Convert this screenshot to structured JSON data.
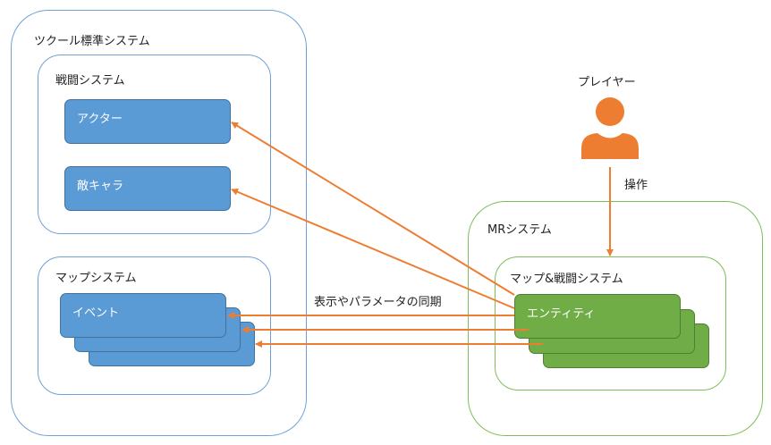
{
  "colors": {
    "blue_box": "#5b9bd5",
    "green_box": "#70ad47",
    "arrow": "#ed7d31",
    "player": "#ed7d31"
  },
  "tkool": {
    "title": "ツクール標準システム",
    "battle": {
      "title": "戦闘システム",
      "actor": "アクター",
      "enemy": "敵キャラ"
    },
    "map": {
      "title": "マップシステム",
      "event": "イベント"
    }
  },
  "mr": {
    "title": "MRシステム",
    "map_battle": {
      "title": "マップ&戦闘システム",
      "entity": "エンティティ"
    }
  },
  "player": {
    "label": "プレイヤー",
    "icon": "person-icon",
    "operation_label": "操作"
  },
  "sync_label": "表示やパラメータの同期"
}
